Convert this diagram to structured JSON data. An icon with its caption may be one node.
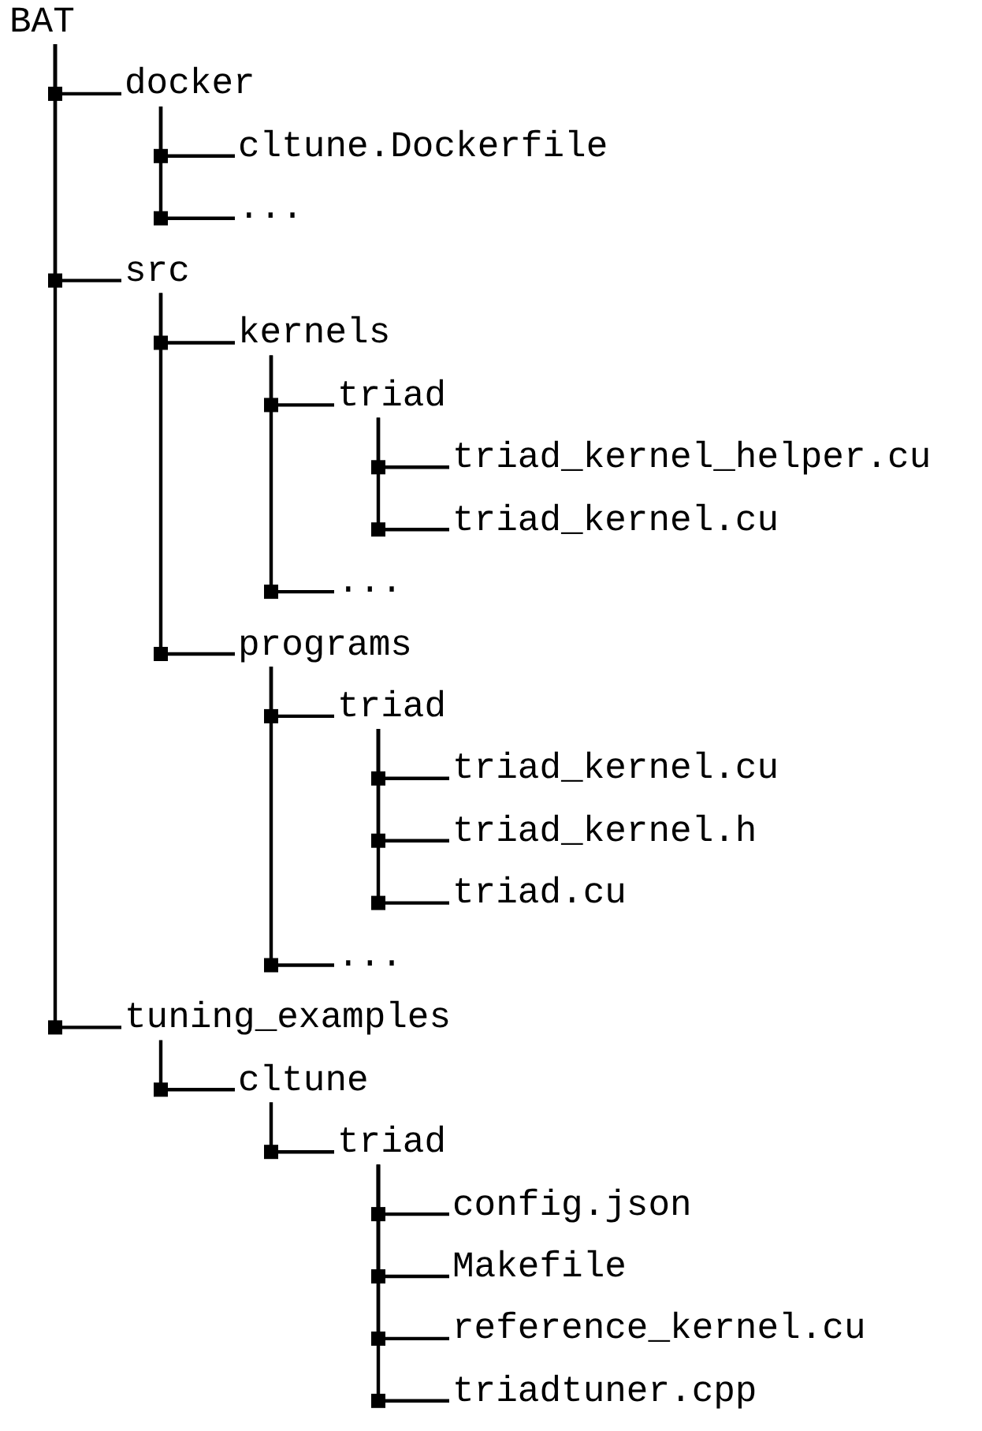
{
  "diagram": {
    "nodes": [
      {
        "text": [
          "BAT"
        ]
      },
      {
        "text": [
          "docker"
        ]
      },
      {
        "text": [
          "cltune.Dockerfile"
        ]
      },
      {
        "text": [
          "..."
        ]
      },
      {
        "text": [
          "src"
        ]
      },
      {
        "text": [
          "kernels"
        ]
      },
      {
        "text": [
          "triad"
        ]
      },
      {
        "text": [
          "triad_kernel_helper.cu"
        ]
      },
      {
        "text": [
          "triad_kernel.cu"
        ]
      },
      {
        "text": [
          "..."
        ]
      },
      {
        "text": [
          "programs"
        ]
      },
      {
        "text": [
          "triad"
        ]
      },
      {
        "text": [
          "triad_kernel.cu"
        ]
      },
      {
        "text": [
          "triad_kernel.h"
        ]
      },
      {
        "text": [
          "triad.cu"
        ]
      },
      {
        "text": [
          "..."
        ]
      },
      {
        "text": [
          "tuning_examples"
        ]
      },
      {
        "text": [
          "cltune"
        ]
      },
      {
        "text": [
          "triad"
        ]
      },
      {
        "text": [
          "config.json"
        ]
      },
      {
        "text": [
          "Makefile"
        ]
      },
      {
        "text": [
          "reference_kernel.cu"
        ]
      },
      {
        "text": [
          "triadtuner.cpp"
        ]
      }
    ],
    "edges": [
      {
        "from": 0,
        "to": 1,
        "arrow": "none"
      },
      {
        "from": 1,
        "to": 2,
        "arrow": "none"
      },
      {
        "from": 1,
        "to": 3,
        "arrow": "none"
      },
      {
        "from": 0,
        "to": 4,
        "arrow": "none"
      },
      {
        "from": 4,
        "to": 5,
        "arrow": "none"
      },
      {
        "from": 5,
        "to": 6,
        "arrow": "none"
      },
      {
        "from": 6,
        "to": 7,
        "arrow": "none"
      },
      {
        "from": 6,
        "to": 8,
        "arrow": "none"
      },
      {
        "from": 5,
        "to": 9,
        "arrow": "none"
      },
      {
        "from": 4,
        "to": 10,
        "arrow": "none"
      },
      {
        "from": 10,
        "to": 11,
        "arrow": "none"
      },
      {
        "from": 11,
        "to": 12,
        "arrow": "none"
      },
      {
        "from": 11,
        "to": 13,
        "arrow": "none"
      },
      {
        "from": 11,
        "to": 14,
        "arrow": "none"
      },
      {
        "from": 10,
        "to": 15,
        "arrow": "none"
      },
      {
        "from": 0,
        "to": 16,
        "arrow": "none"
      },
      {
        "from": 16,
        "to": 17,
        "arrow": "none"
      },
      {
        "from": 17,
        "to": 18,
        "arrow": "none"
      },
      {
        "from": 18,
        "to": 19,
        "arrow": "none"
      },
      {
        "from": 18,
        "to": 20,
        "arrow": "none"
      },
      {
        "from": 18,
        "to": 21,
        "arrow": "none"
      },
      {
        "from": 18,
        "to": 22,
        "arrow": "none"
      }
    ]
  }
}
